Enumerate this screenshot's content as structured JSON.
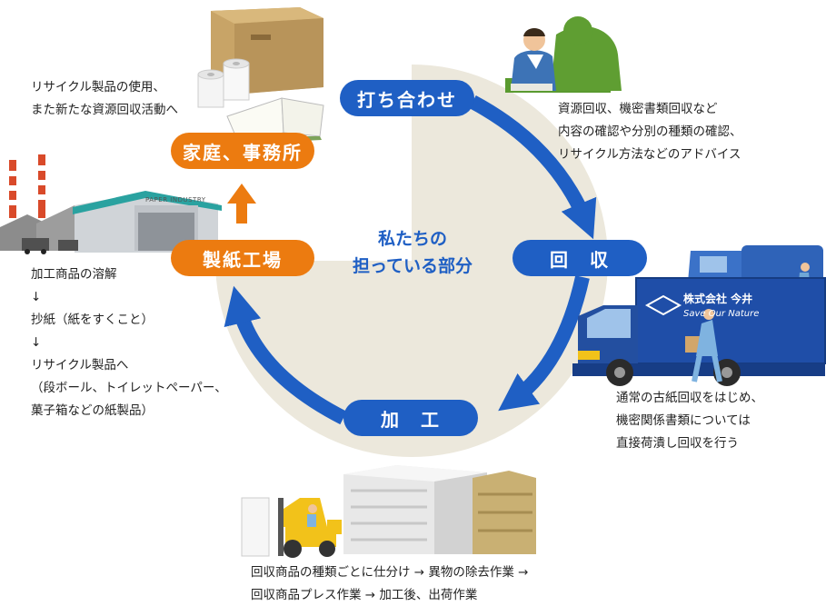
{
  "center": {
    "line1": "私たちの",
    "line2": "担っている部分"
  },
  "steps": {
    "meeting": "打ち合わせ",
    "collection": "回　収",
    "processing": "加　工",
    "paper_mill": "製紙工場",
    "home_office": "家庭、事務所"
  },
  "notes": {
    "meeting": [
      "資源回収、機密書類回収など",
      "内容の確認や分別の種類の確認、",
      "リサイクル方法などのアドバイス"
    ],
    "collection": [
      "通常の古紙回収をはじめ、",
      "機密関係書類については",
      "直接荷潰し回収を行う"
    ],
    "processing": [
      "回収商品の種類ごとに仕分け → 異物の除去作業 →",
      "回収商品プレス作業 → 加工後、出荷作業"
    ],
    "home_office": [
      "リサイクル製品の使用、",
      "また新たな資源回収活動へ"
    ],
    "paper_mill": [
      "加工商品の溶解",
      "↓",
      "抄紙（紙をすくこと）",
      "↓",
      "リサイクル製品へ",
      "（段ボール、トイレットペーパー、",
      "菓子箱などの紙製品）"
    ]
  },
  "truck": {
    "company": "株式会社 今井",
    "slogan": "Save Our Nature"
  },
  "factory": {
    "sign": "PAPER INDUSTRY"
  },
  "colors": {
    "blue": "#1f5fc4",
    "orange": "#ec7b10",
    "circle_bg": "#ece8dc"
  },
  "icons": [
    "cardboard-box-icon",
    "toilet-paper-icon",
    "open-book-icon",
    "businessmen-icon",
    "paper-factory-icon",
    "garbage-truck-icon",
    "delivery-truck-icon",
    "forklift-icon",
    "paper-bales-icon"
  ]
}
